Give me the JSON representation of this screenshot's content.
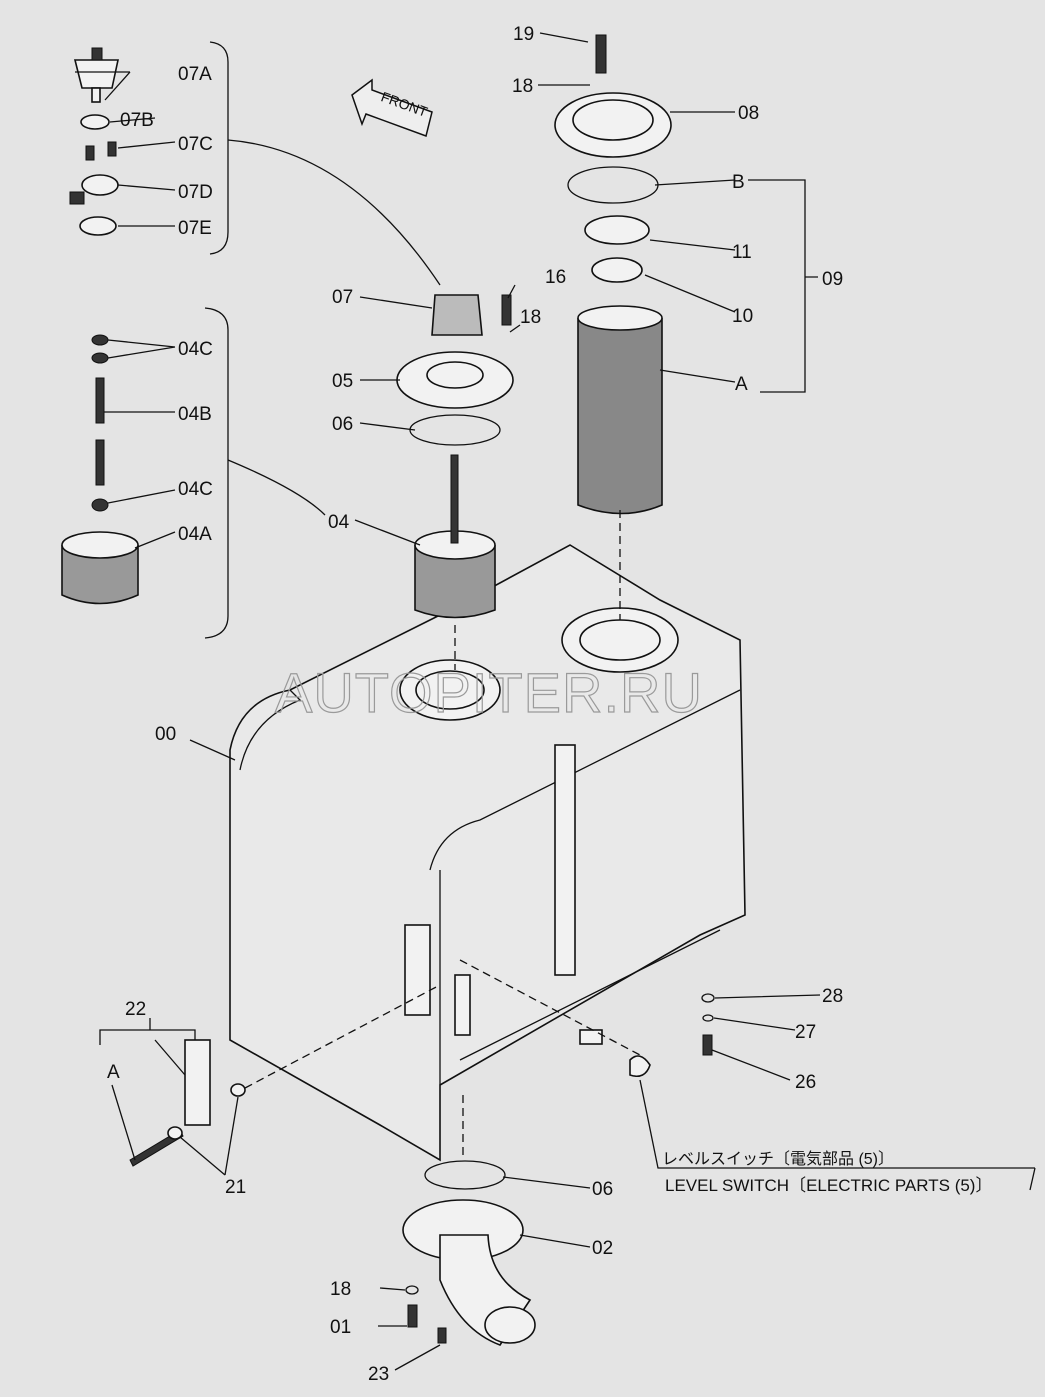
{
  "watermark": "AUTOPITER.RU",
  "front_arrow": "FRONT",
  "labels": {
    "p19": "19",
    "p18a": "18",
    "p08": "08",
    "pB": "B",
    "p11": "11",
    "p10": "10",
    "p09": "09",
    "pA": "A",
    "p16": "16",
    "p18b": "18",
    "p07": "07",
    "p05": "05",
    "p06a": "06",
    "p04": "04",
    "p00": "00",
    "p07A": "07A",
    "p07B": "07B",
    "p07C": "07C",
    "p07D": "07D",
    "p07E": "07E",
    "p04C1": "04C",
    "p04B": "04B",
    "p04C2": "04C",
    "p04A": "04A",
    "p28": "28",
    "p27": "27",
    "p26": "26",
    "p22": "22",
    "pA2": "A",
    "p21": "21",
    "p06b": "06",
    "p02": "02",
    "p18c": "18",
    "p01": "01",
    "p23": "23"
  },
  "level_switch": {
    "jp": "レベルスイッチ〔電気部品 (5)〕",
    "en": "LEVEL  SWITCH〔ELECTRIC  PARTS (5)〕"
  }
}
